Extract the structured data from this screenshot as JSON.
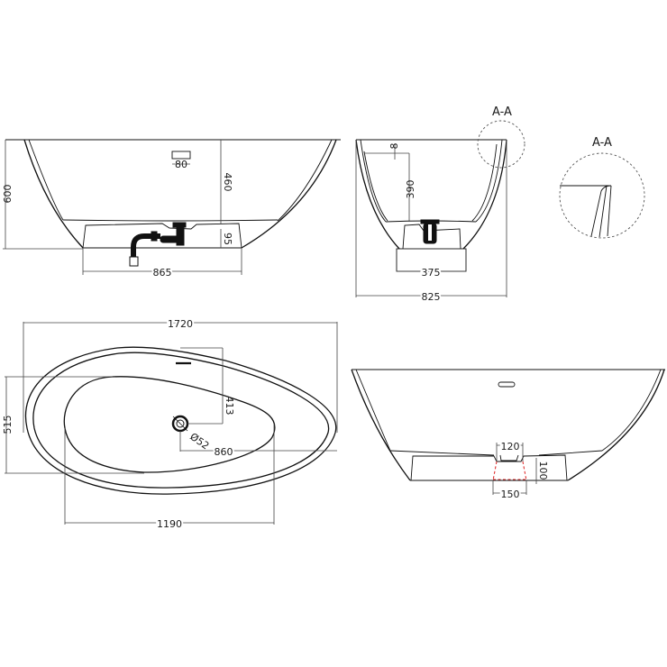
{
  "drawing": {
    "units": "mm",
    "front_view": {
      "dims": {
        "height_total": "600",
        "overflow_width": "80",
        "overflow_height": "460",
        "plinth_height": "95",
        "plinth_width": "865"
      }
    },
    "side_view": {
      "dims": {
        "rim_offset": "8",
        "inner_depth": "390",
        "plinth_width": "375",
        "total_width": "825"
      },
      "detail_marker": "A-A"
    },
    "detail_view": {
      "title": "A-A"
    },
    "top_view": {
      "dims": {
        "total_length": "1720",
        "inner_width": "515",
        "drain_to_overflow": "413",
        "drain_diameter": "Ø52",
        "drain_to_end": "860",
        "inner_length": "1190"
      }
    },
    "rear_view": {
      "dims": {
        "recess_top_width": "120",
        "recess_height": "100",
        "recess_bottom_width": "150"
      }
    },
    "colors": {
      "line": "#111111",
      "dimension": "#444444",
      "hidden_recess": "#e03030"
    }
  }
}
